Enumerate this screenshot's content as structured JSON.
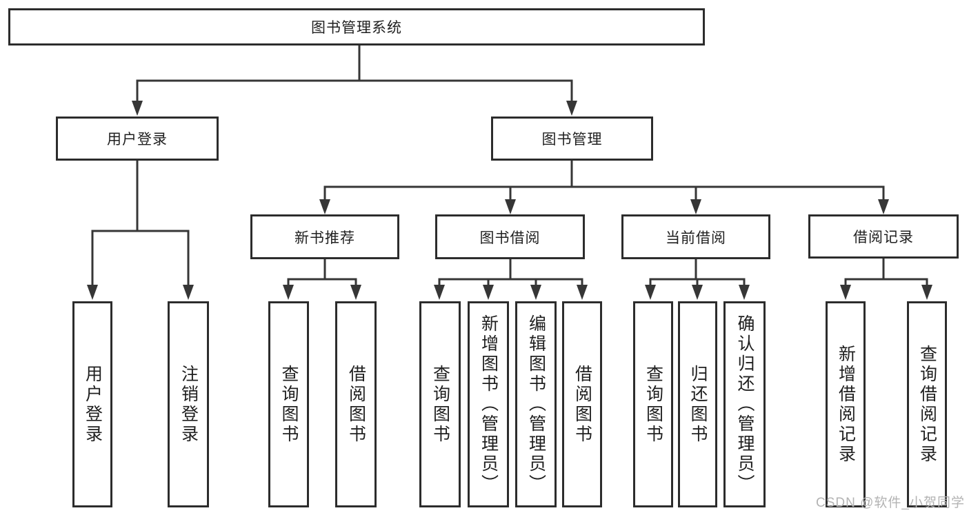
{
  "tree": {
    "root": "图书管理系统",
    "branches": [
      {
        "label": "用户登录",
        "children": [
          {
            "label": "用户登录"
          },
          {
            "label": "注销登录"
          }
        ]
      },
      {
        "label": "图书管理",
        "children": [
          {
            "label": "新书推荐",
            "children": [
              {
                "label": "查询图书"
              },
              {
                "label": "借阅图书"
              }
            ]
          },
          {
            "label": "图书借阅",
            "children": [
              {
                "label": "查询图书"
              },
              {
                "label": "新增图书（管理员）"
              },
              {
                "label": "编辑图书（管理员）"
              },
              {
                "label": "借阅图书"
              }
            ]
          },
          {
            "label": "当前借阅",
            "children": [
              {
                "label": "查询图书"
              },
              {
                "label": "归还图书"
              },
              {
                "label": "确认归还（管理员）"
              }
            ]
          },
          {
            "label": "借阅记录",
            "children": [
              {
                "label": "新增借阅记录"
              },
              {
                "label": "查询借阅记录"
              }
            ]
          }
        ]
      }
    ]
  },
  "watermark": "CSDN @软件_小贺同学",
  "colors": {
    "line": "#363636",
    "box_border": "#2c2c2c",
    "text": "#1f1f1f",
    "watermark": "#b3b3b3",
    "background": "#ffffff"
  }
}
